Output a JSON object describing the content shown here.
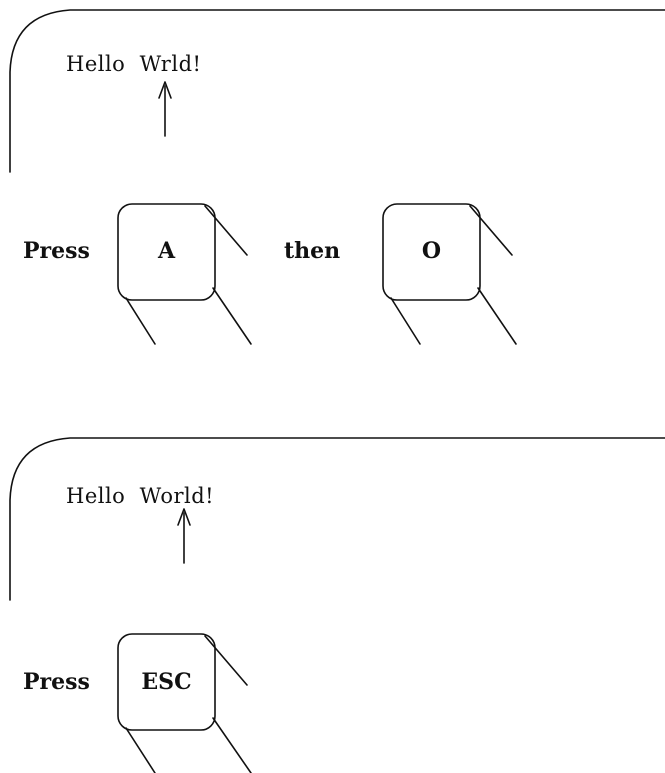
{
  "panels": [
    {
      "screen_text": "Hello  Wrld!",
      "press_label": "Press",
      "connector_label": "then",
      "keys": [
        "A",
        "O"
      ]
    },
    {
      "screen_text": "Hello  World!",
      "press_label": "Press",
      "keys": [
        "ESC"
      ]
    }
  ]
}
